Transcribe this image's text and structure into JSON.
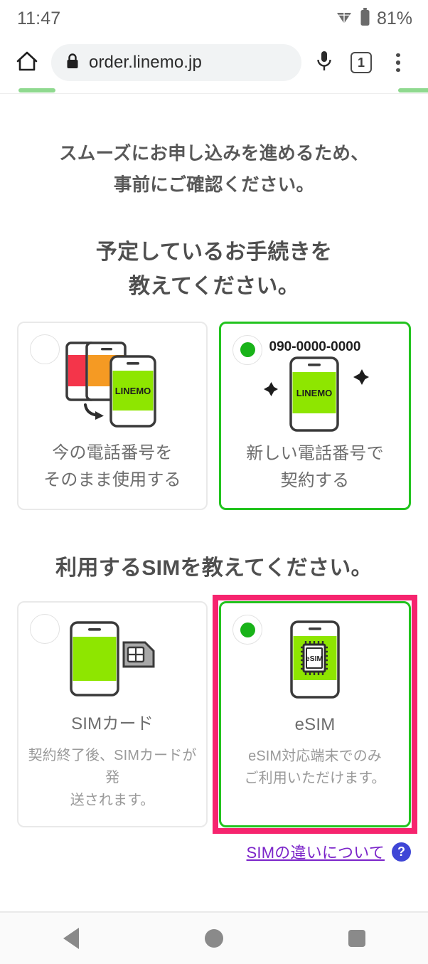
{
  "status_bar": {
    "clock": "11:47",
    "battery_percent": "81%",
    "wifi_icon": "wifi-icon",
    "battery_icon": "battery-icon"
  },
  "browser": {
    "home_icon": "home-icon",
    "lock_icon": "lock-icon",
    "url": "order.linemo.jp",
    "mic_icon": "microphone-icon",
    "tab_count": "1",
    "menu_icon": "overflow-menu-icon"
  },
  "page": {
    "lead_line1": "スムーズにお申し込みを進めるため、",
    "lead_line2": "事前にご確認ください。",
    "procedure_section": {
      "title_line1": "予定しているお手続きを",
      "title_line2": "教えてください。",
      "options": [
        {
          "id": "keep-number",
          "selected": false,
          "label_line1": "今の電話番号を",
          "label_line2": "そのまま使用する",
          "art": "phone-transfer-illustration",
          "brand_text": "LINEMO"
        },
        {
          "id": "new-number",
          "selected": true,
          "phone_number": "090-0000-0000",
          "label_line1": "新しい電話番号で",
          "label_line2": "契約する",
          "art": "new-phone-number-illustration",
          "brand_text": "LINEMO"
        }
      ]
    },
    "sim_section": {
      "title": "利用するSIMを教えてください。",
      "options": [
        {
          "id": "sim-card",
          "selected": false,
          "highlighted": false,
          "label": "SIMカード",
          "desc_line1": "契約終了後、SIMカードが発",
          "desc_line2": "送されます。",
          "art": "phone-with-sim-card-illustration"
        },
        {
          "id": "esim",
          "selected": true,
          "highlighted": true,
          "label": "eSIM",
          "desc_line1": "eSIM対応端末でのみ",
          "desc_line2": "ご利用いただけます。",
          "art": "phone-with-esim-chip-illustration",
          "chip_text": "eSIM"
        }
      ],
      "help_link": "SIMの違いについて",
      "help_icon": "question-mark-icon"
    }
  },
  "nav_bar": {
    "back_icon": "back-triangle-icon",
    "home_icon": "home-circle-icon",
    "recents_icon": "recents-square-icon"
  },
  "colors": {
    "brand_green": "#8ee600",
    "selected_green": "#22c31e",
    "highlight_pink": "#f6246e",
    "link_purple": "#7b24c9",
    "help_blue": "#3f46d6"
  }
}
